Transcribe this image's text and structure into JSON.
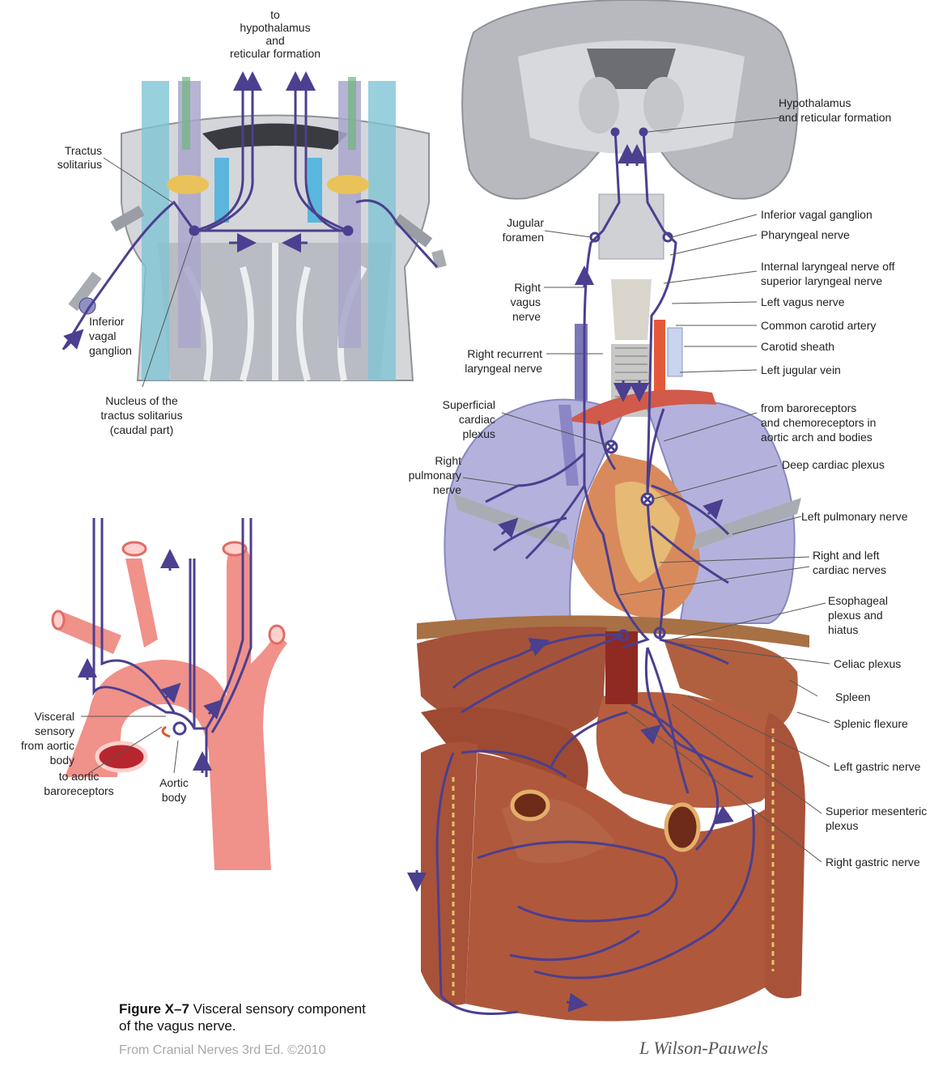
{
  "brainstem_labels": {
    "to_hypothalamus": "to\nhypothalamus\nand\nreticular formation",
    "tractus_solitarius": "Tractus\nsolitarius",
    "inferior_vagal_ganglion": "Inferior\nvagal\nganglion",
    "nucleus": "Nucleus of the\ntractus solitarius\n(caudal part)"
  },
  "aorta_labels": {
    "visceral_sensory": "Visceral\nsensory\nfrom aortic\nbody",
    "to_aortic_baroreceptors": "to aortic\nbaroreceptors",
    "aortic_body": "Aortic\nbody"
  },
  "main_left_labels": {
    "jugular_foramen": "Jugular\nforamen",
    "right_vagus_nerve": "Right\nvagus\nnerve",
    "right_recurrent": "Right recurrent\nlaryngeal nerve",
    "superficial_cardiac": "Superficial\ncardiac\nplexus",
    "right_pulmonary": "Right\npulmonary\nnerve"
  },
  "main_right_labels": {
    "hypothalamus": "Hypothalamus\nand reticular formation",
    "inferior_vagal_ganglion": "Inferior vagal ganglion",
    "pharyngeal_nerve": "Pharyngeal nerve",
    "internal_laryngeal": "Internal laryngeal nerve off\nsuperior laryngeal nerve",
    "left_vagus": "Left vagus nerve",
    "common_carotid": "Common carotid artery",
    "carotid_sheath": "Carotid sheath",
    "left_jugular": "Left jugular vein",
    "baroreceptors": "from baroreceptors\nand chemoreceptors in\naortic arch and bodies",
    "deep_cardiac": "Deep cardiac plexus",
    "left_pulmonary": "Left pulmonary nerve",
    "cardiac_nerves": "Right and left\ncardiac nerves",
    "esophageal": "Esophageal\nplexus and\nhiatus",
    "celiac": "Celiac plexus",
    "spleen": "Spleen",
    "splenic_flexure": "Splenic flexure",
    "left_gastric": "Left gastric nerve",
    "superior_mesenteric": "Superior mesenteric\nplexus",
    "right_gastric": "Right gastric nerve"
  },
  "caption": {
    "figure_no": "Figure X–7",
    "text": "Visceral sensory component\nof the vagus nerve."
  },
  "credit": "From Cranial Nerves 3rd Ed. ©2010",
  "signature": "L Wilson-Pauwels",
  "colors": {
    "nerve": "#4b3f8f",
    "aorta": "#f0918a",
    "tissue": "#a5523a",
    "lung": "#b4b2dc",
    "brain": "#b7b9bf",
    "cyan": "#3fa8c2"
  }
}
